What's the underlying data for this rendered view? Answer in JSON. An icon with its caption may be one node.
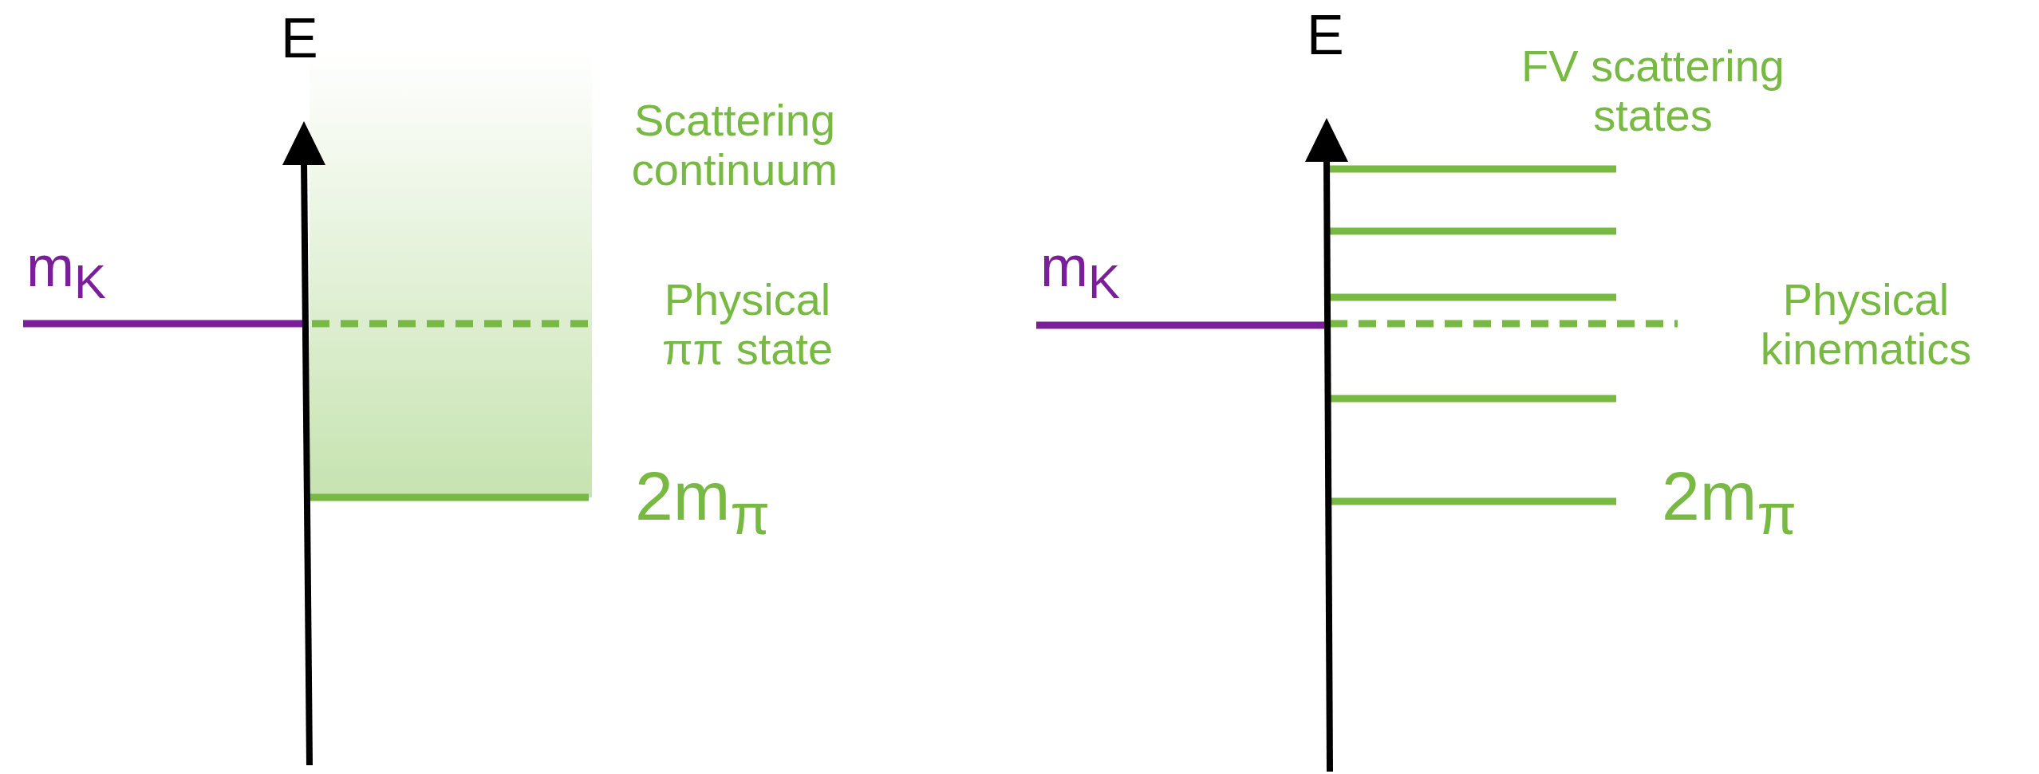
{
  "diagram": {
    "labels": [
      "E",
      "Scattering continuum",
      "m$_{K}$",
      "Physical ππ state",
      "2m$_{π}$",
      "E",
      "FV scattering states",
      "m$_{K}$",
      "Physical kinematics",
      "2m$_{π}$"
    ]
  }
}
